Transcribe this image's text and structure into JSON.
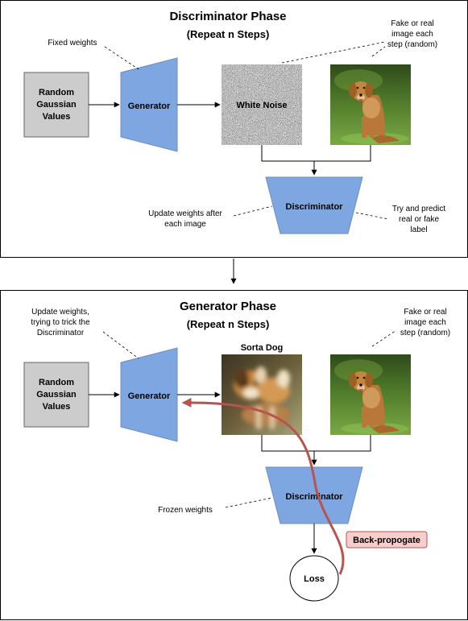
{
  "colors": {
    "shape_fill": "#7ea6e0",
    "shape_stroke": "#6c8ebf",
    "gray_fill": "#cccccc",
    "gray_stroke": "#666666",
    "backprop_arrow": "#b85450",
    "backprop_fill": "#f8cecc",
    "grass": "#5e8d33",
    "dog": "#b9783a"
  },
  "icons": {
    "noise": "white-noise-texture",
    "dog_photo": "golden-retriever-photo",
    "blurry_dog": "blurry-generated-dog-image"
  },
  "discriminator_phase": {
    "title": "Discriminator Phase",
    "subtitle": "(Repeat n Steps)",
    "random_box": [
      "Random",
      "Gaussian",
      "Values"
    ],
    "generator_label": "Generator",
    "noise_label": "White Noise",
    "discriminator_label": "Discriminator",
    "note_fixed_weights": "Fixed weights",
    "note_fake_or_real": [
      "Fake or real",
      "image each",
      "step (random)"
    ],
    "note_update_weights": [
      "Update weights after",
      "each image"
    ],
    "note_predict": [
      "Try and predict",
      "real or fake",
      "label"
    ]
  },
  "generator_phase": {
    "title": "Generator Phase",
    "subtitle": "(Repeat n Steps)",
    "random_box": [
      "Random",
      "Gaussian",
      "Values"
    ],
    "generator_label": "Generator",
    "generated_image_label": "Sorta Dog",
    "discriminator_label": "Discriminator",
    "loss_label": "Loss",
    "backprop_label": "Back-propogate",
    "note_update_weights": [
      "Update weights,",
      "trying to trick the",
      "Discriminator"
    ],
    "note_fake_or_real": [
      "Fake or real",
      "image each",
      "step (random)"
    ],
    "note_frozen_weights": "Frozen weights"
  }
}
